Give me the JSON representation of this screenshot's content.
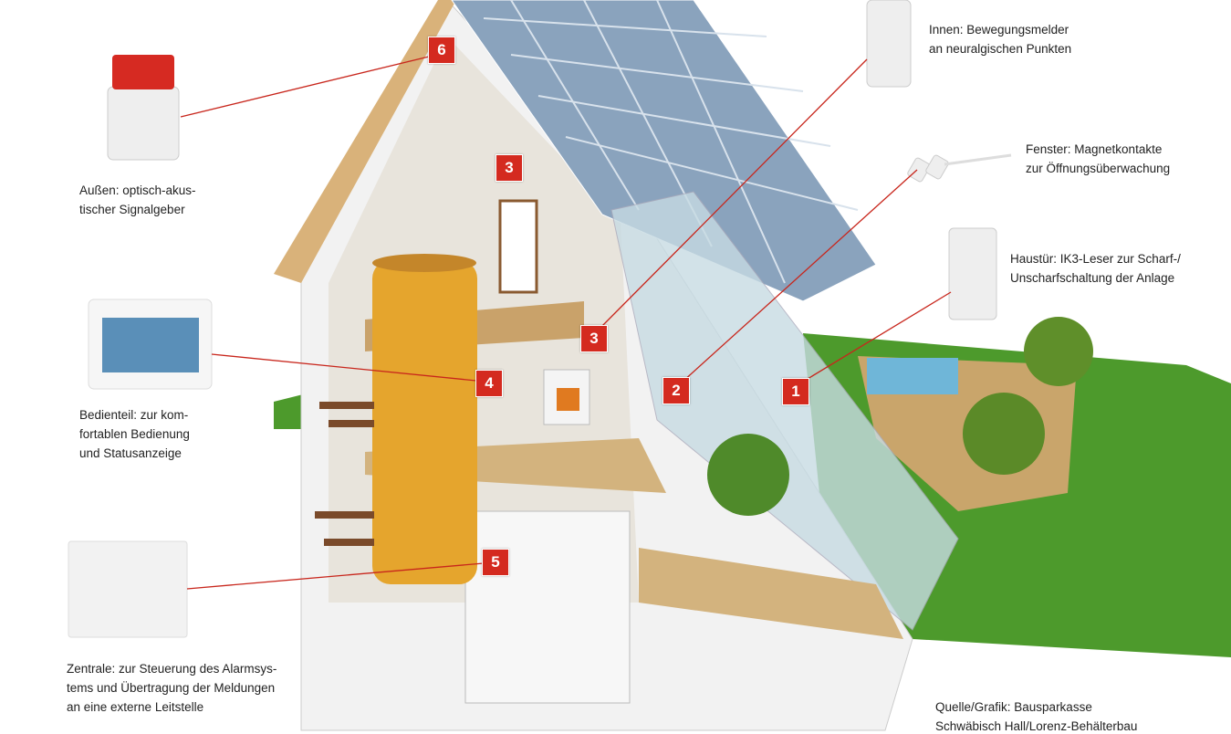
{
  "captions": {
    "aussen": [
      "Außen: optisch-akus-",
      "tischer Signalgeber"
    ],
    "bedienteil": [
      "Bedienteil: zur kom-",
      "fortablen Bedienung",
      "und Statusanzeige"
    ],
    "zentrale": [
      "Zentrale: zur Steuerung des Alarmsys-",
      "tems und Übertragung der Meldungen",
      "an eine externe Leitstelle"
    ],
    "innen": [
      "Innen: Bewegungsmelder",
      "an neuralgischen Punkten"
    ],
    "fenster": [
      "Fenster: Magnetkontakte",
      "zur Öffnungsüberwachung"
    ],
    "haustuer": [
      "Haustür: IK3-Leser zur Scharf-/",
      "Unscharfschaltung der Anlage"
    ],
    "quelle": [
      "Quelle/Grafik: Bausparkasse",
      "Schwäbisch Hall/Lorenz-Behälterbau"
    ]
  },
  "markers": {
    "m6": "6",
    "m3a": "3",
    "m3b": "3",
    "m4": "4",
    "m2": "2",
    "m1": "1",
    "m5": "5"
  },
  "colors": {
    "marker": "#d42a1f",
    "leader_line": "#c8261c",
    "lawn": "#4d9a2c"
  }
}
